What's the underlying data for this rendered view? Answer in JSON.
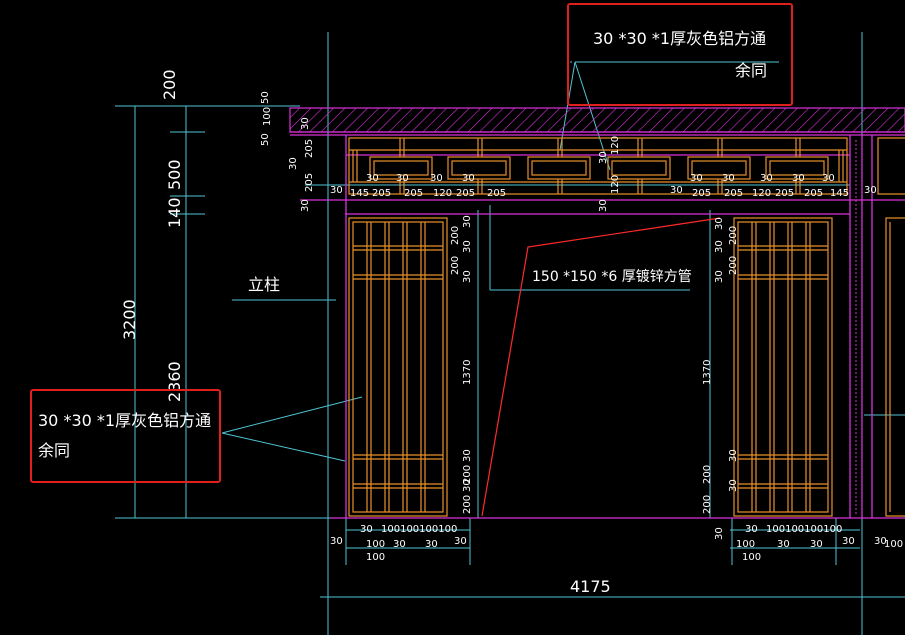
{
  "callouts": {
    "top": {
      "line1": "30 *30 *1厚灰色铝方通",
      "line2": "余同"
    },
    "left": {
      "line1": "30 *30 *1厚灰色铝方通",
      "line2": "余同"
    }
  },
  "labels": {
    "post": "立柱",
    "steel_tube": "150 *150 *6 厚镀锌方管"
  },
  "dimensions": {
    "total_height": "3200",
    "top_band": "200",
    "middle_500": "500",
    "middle_140": "140",
    "door_height": "2360",
    "total_width": "4175",
    "panel_1370": "1370",
    "d200": "200",
    "d100": "100",
    "d50": "50",
    "d30": "30",
    "d205": "205",
    "d145": "145",
    "d120": "120",
    "d100100100": "100100100100"
  },
  "colors": {
    "background": "#000000",
    "structure": "#d832d8",
    "slats": "#e8912a",
    "dimension_lines": "#4fc4d4",
    "dimension_text": "#ffffff",
    "leader_red": "#ff2a2a",
    "highlight_box": "#e0201f"
  }
}
